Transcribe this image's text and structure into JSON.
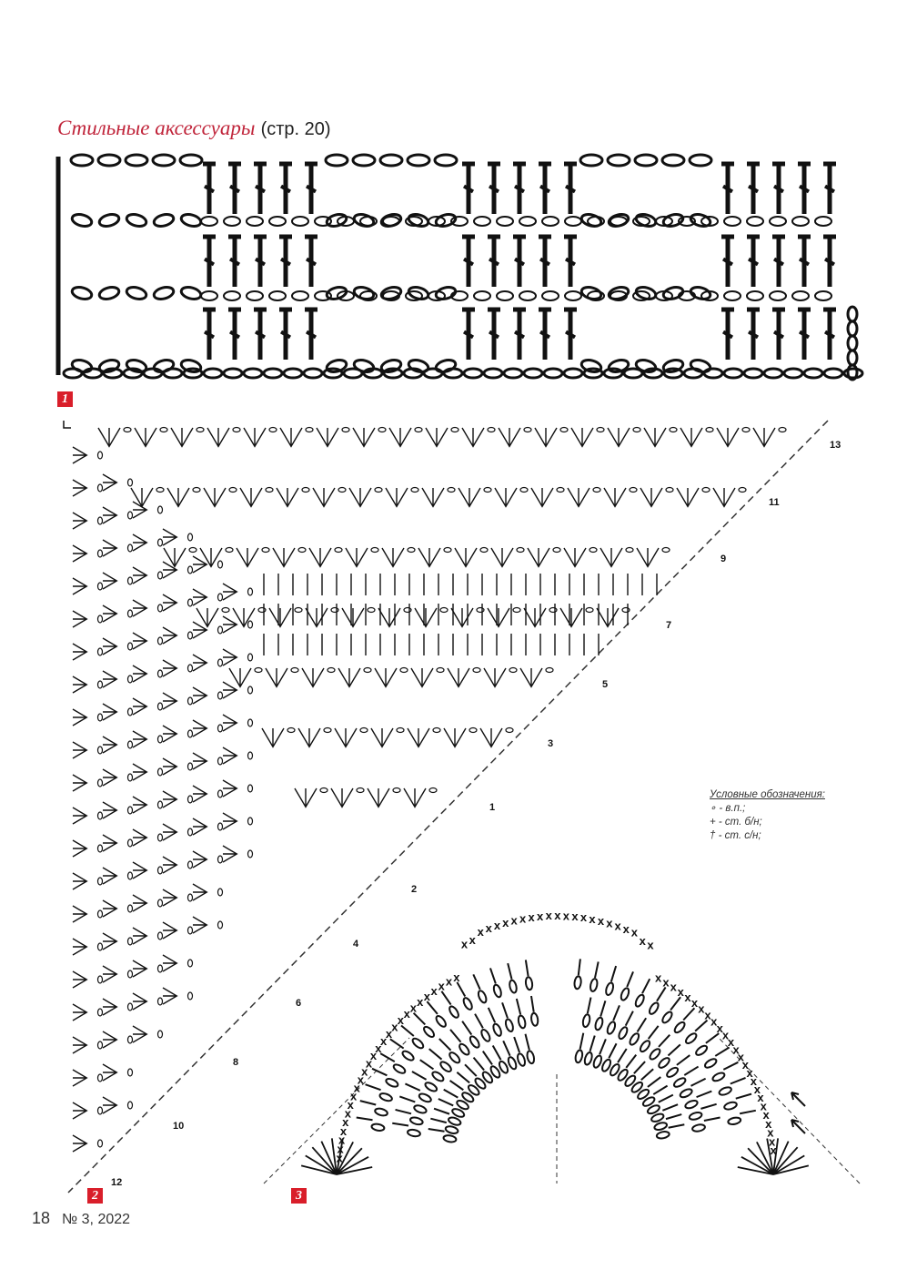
{
  "header": {
    "title": "Стильные аксессуары",
    "page_ref": "(стр. 20)"
  },
  "diagrams": [
    {
      "label": "1"
    },
    {
      "label": "2",
      "row_numbers": [
        "1",
        "2",
        "3",
        "4",
        "5",
        "6",
        "7",
        "8",
        "9",
        "10",
        "11",
        "12",
        "13"
      ]
    },
    {
      "label": "3"
    }
  ],
  "legend": {
    "title": "Условные обозначения:",
    "items": [
      "∘ - в.п.;",
      "+ - ст. б/н;",
      "† - ст. с/н;"
    ]
  },
  "footer": {
    "page": "18",
    "issue": "№ 3, 2022"
  }
}
